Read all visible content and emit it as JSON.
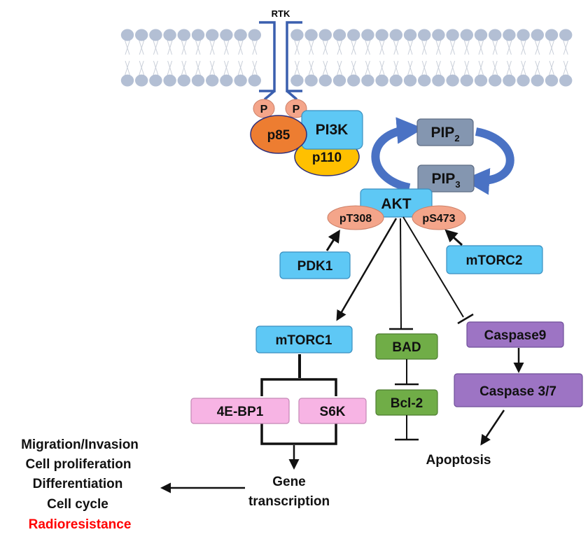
{
  "membrane": {
    "receptor_label": "RTK"
  },
  "nodes": {
    "p1": "P",
    "p2": "P",
    "p85": "p85",
    "pi3k": "PI3K",
    "p110": "p110",
    "pip2": {
      "base": "PIP",
      "sub": "2"
    },
    "pip3": {
      "base": "PIP",
      "sub": "3"
    },
    "akt": "AKT",
    "pt308": "pT308",
    "ps473": "pS473",
    "pdk1": "PDK1",
    "mtorc2": "mTORC2",
    "mtorc1": "mTORC1",
    "bad": "BAD",
    "caspase9": "Caspase9",
    "caspase37": "Caspase 3/7",
    "fourebp1": "4E-BP1",
    "s6k": "S6K",
    "bcl2": "Bcl-2"
  },
  "outcomes": {
    "apoptosis": "Apoptosis",
    "gene_line1": "Gene",
    "gene_line2": "transcription",
    "list": [
      "Migration/Invasion",
      "Cell proliferation",
      "Differentiation",
      "Cell cycle"
    ],
    "highlight": "Radioresistance"
  },
  "colors": {
    "membrane_head": "#b3bfd4",
    "receptor": "#3a5fae",
    "phospho": "#f4a58a",
    "p85": "#ed7d31",
    "blue_box": "#5ec8f5",
    "p110": "#ffc000",
    "pip_box": "#8496b0",
    "cycle_arrow": "#4a72c4",
    "green_box": "#70ad47",
    "purple_box": "#9d74c4",
    "pink_box": "#f7b4e4",
    "highlight_text": "#ff0000"
  }
}
